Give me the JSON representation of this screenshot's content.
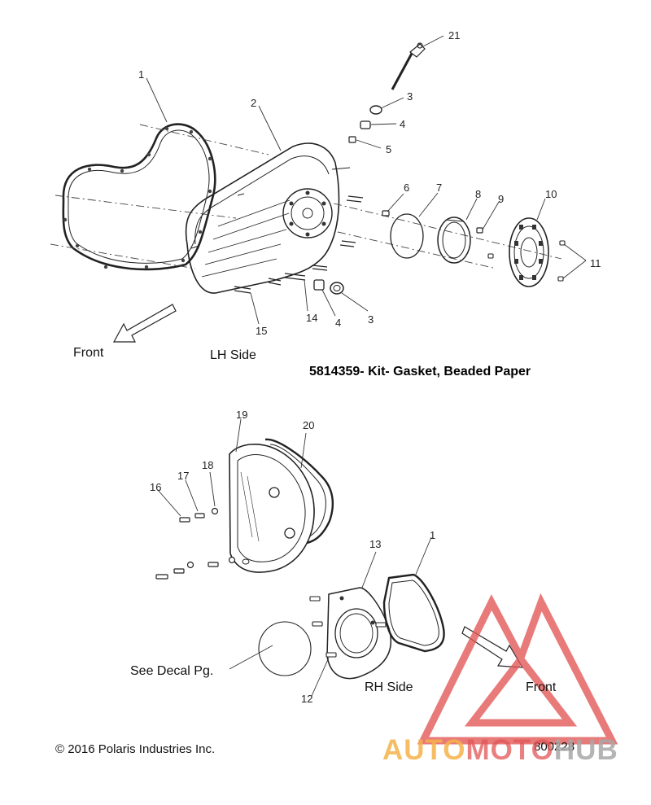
{
  "diagram": {
    "callouts": {
      "c21": "21",
      "c3a": "3",
      "c4a": "4",
      "c5": "5",
      "c1a": "1",
      "c2": "2",
      "c6": "6",
      "c7": "7",
      "c8": "8",
      "c9": "9",
      "c10": "10",
      "c11": "11",
      "c15": "15",
      "c14": "14",
      "c4b": "4",
      "c3b": "3",
      "c19": "19",
      "c20": "20",
      "c16": "16",
      "c17": "17",
      "c18": "18",
      "c13": "13",
      "c1b": "1",
      "c12": "12"
    },
    "labels": {
      "front_top": "Front",
      "lh_side": "LH Side",
      "kit_note": "5814359- Kit- Gasket, Beaded Paper",
      "see_decal": "See Decal Pg.",
      "rh_side": "RH Side",
      "front_bottom": "Front",
      "copyright": "© 2016 Polaris Industries Inc.",
      "figure_id": "800228"
    }
  },
  "watermark": {
    "text_part1": "AUTO",
    "text_part2": "MOTO",
    "text_part3": "HUB",
    "colors": {
      "orange": "#f5b24a",
      "red": "#e25555",
      "gray": "#b0b0b0"
    }
  }
}
